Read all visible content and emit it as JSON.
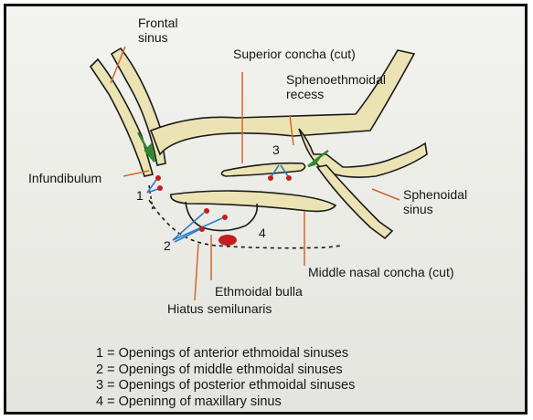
{
  "labels": {
    "frontal_sinus_line1": "Frontal",
    "frontal_sinus_line2": "sinus",
    "superior_concha": "Superior concha (cut)",
    "sphenoethmoidal_line1": "Sphenoethmoidal",
    "sphenoethmoidal_line2": "recess",
    "infundibulum": "Infundibulum",
    "sphenoidal_sinus_line1": "Sphenoidal",
    "sphenoidal_sinus_line2": "sinus",
    "middle_nasal_concha": "Middle nasal concha (cut)",
    "ethmoidal_bulla": "Ethmoidal bulla",
    "hiatus_semilunaris": "Hiatus semilunaris",
    "num_1": "1",
    "num_2": "2",
    "num_3": "3",
    "num_4": "4"
  },
  "legend": {
    "item1": "1 = Openings of anterior ethmoidal sinuses",
    "item2": "2 = Openings of middle ethmoidal sinuses",
    "item3": "3 = Openings of posterior ethmoidal sinuses",
    "item4": "4 = Openinng of maxillary sinus"
  },
  "colors": {
    "bone_fill": "#ece3b4",
    "outline": "#1a1a1a",
    "leader_line": "#d2662e",
    "arrow": "#2f8a2f",
    "opening_dot": "#c41e1e",
    "pointer_line": "#2a7fc4"
  }
}
